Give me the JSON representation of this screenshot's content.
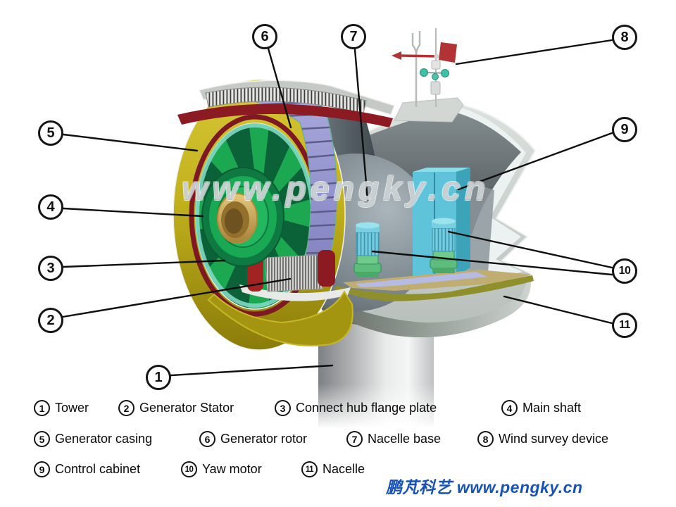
{
  "watermark_text": "www.pengky.cn",
  "footer_brand": "鹏芃科艺 www.pengky.cn",
  "callouts": [
    {
      "num": "1"
    },
    {
      "num": "2"
    },
    {
      "num": "3"
    },
    {
      "num": "4"
    },
    {
      "num": "5"
    },
    {
      "num": "6"
    },
    {
      "num": "7"
    },
    {
      "num": "8"
    },
    {
      "num": "9"
    },
    {
      "num": "10"
    },
    {
      "num": "11"
    }
  ],
  "legend": {
    "items": [
      {
        "num": "1",
        "label": "Tower"
      },
      {
        "num": "2",
        "label": "Generator Stator"
      },
      {
        "num": "3",
        "label": "Connect hub flange plate"
      },
      {
        "num": "4",
        "label": "Main shaft"
      },
      {
        "num": "5",
        "label": "Generator casing"
      },
      {
        "num": "6",
        "label": "Generator rotor"
      },
      {
        "num": "7",
        "label": "Nacelle base"
      },
      {
        "num": "8",
        "label": "Wind survey device"
      },
      {
        "num": "9",
        "label": "Control cabinet"
      },
      {
        "num": "10",
        "label": "Yaw motor"
      },
      {
        "num": "11",
        "label": "Nacelle"
      }
    ]
  },
  "colors": {
    "footer_blue": "#1752b8",
    "casing_yellow": "#c9b92e",
    "rotor_purple": "#9a9ad4",
    "hub_green": "#1fae57",
    "cabinet_teal": "#5fc4da",
    "vane_red": "#b23333",
    "stator_red": "#8c1a22"
  }
}
